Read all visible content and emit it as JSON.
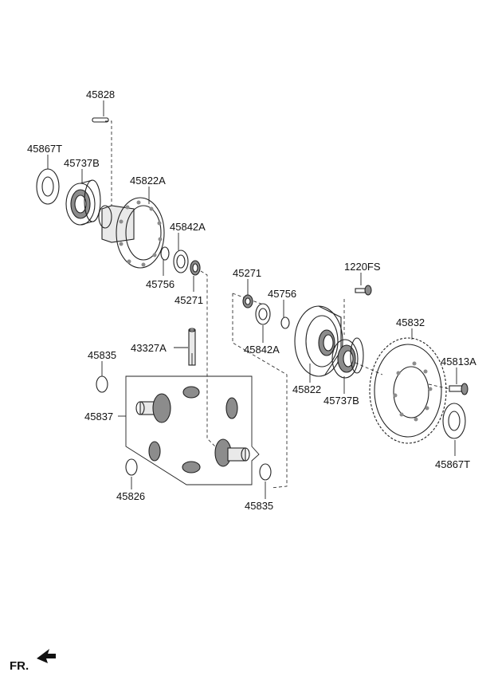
{
  "diagram": {
    "labels": [
      {
        "id": "45828",
        "text": "45828"
      },
      {
        "id": "45867T_top",
        "text": "45867T"
      },
      {
        "id": "45737B_left",
        "text": "45737B"
      },
      {
        "id": "45822A",
        "text": "45822A"
      },
      {
        "id": "45842A_top",
        "text": "45842A"
      },
      {
        "id": "45756_left",
        "text": "45756"
      },
      {
        "id": "45271_left",
        "text": "45271"
      },
      {
        "id": "45271_right",
        "text": "45271"
      },
      {
        "id": "45756_right",
        "text": "45756"
      },
      {
        "id": "45842A_bottom",
        "text": "45842A"
      },
      {
        "id": "1220FS",
        "text": "1220FS"
      },
      {
        "id": "45832",
        "text": "45832"
      },
      {
        "id": "43327A",
        "text": "43327A"
      },
      {
        "id": "45835_top",
        "text": "45835"
      },
      {
        "id": "45813A",
        "text": "45813A"
      },
      {
        "id": "45822",
        "text": "45822"
      },
      {
        "id": "45737B_right",
        "text": "45737B"
      },
      {
        "id": "45837",
        "text": "45837"
      },
      {
        "id": "45867T_bottom",
        "text": "45867T"
      },
      {
        "id": "45826",
        "text": "45826"
      },
      {
        "id": "45835_bottom",
        "text": "45835"
      }
    ],
    "direction_label": "FR."
  }
}
